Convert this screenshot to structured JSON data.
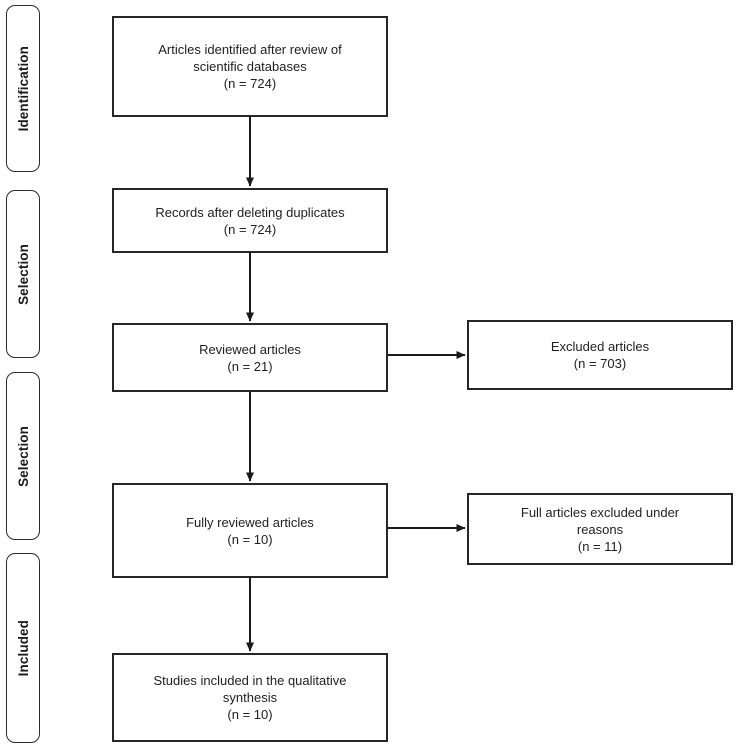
{
  "diagram": {
    "type": "prisma-flow-diagram",
    "title": "PRISMA study selection flow diagram",
    "colors": {
      "box_border": "#262626",
      "stage_border": "#2b2b2b",
      "text": "#1f1f1f",
      "background": "#ffffff",
      "connector": "#1a1a1a"
    }
  },
  "stages": [
    {
      "id": "identification",
      "label": "Identification"
    },
    {
      "id": "selection-1",
      "label": "Selection"
    },
    {
      "id": "selection-2",
      "label": "Selection"
    },
    {
      "id": "included",
      "label": "Included"
    }
  ],
  "boxes": {
    "identified": {
      "text": "Articles identified after review of\nscientific databases\n(n = 724)",
      "count": 724
    },
    "duplicates": {
      "text": "Records after deleting duplicates\n(n = 724)",
      "count": 724
    },
    "reviewed": {
      "text": "Reviewed articles\n(n = 21)",
      "count": 21
    },
    "excluded": {
      "text": "Excluded articles\n(n = 703)",
      "count": 703
    },
    "fully_reviewed": {
      "text": "Fully reviewed articles\n(n = 10)",
      "count": 10
    },
    "excluded_reasons": {
      "text": "Full articles excluded under\nreasons\n(n = 11)",
      "count": 11
    },
    "included": {
      "text": "Studies included in the qualitative\nsynthesis\n(n = 10)",
      "count": 10
    }
  },
  "connectors": [
    {
      "from": "identified",
      "to": "duplicates",
      "direction": "down"
    },
    {
      "from": "duplicates",
      "to": "reviewed",
      "direction": "down"
    },
    {
      "from": "reviewed",
      "to": "fully_reviewed",
      "direction": "down"
    },
    {
      "from": "reviewed",
      "to": "excluded",
      "direction": "right"
    },
    {
      "from": "fully_reviewed",
      "to": "included",
      "direction": "down"
    },
    {
      "from": "fully_reviewed",
      "to": "excluded_reasons",
      "direction": "right"
    }
  ]
}
